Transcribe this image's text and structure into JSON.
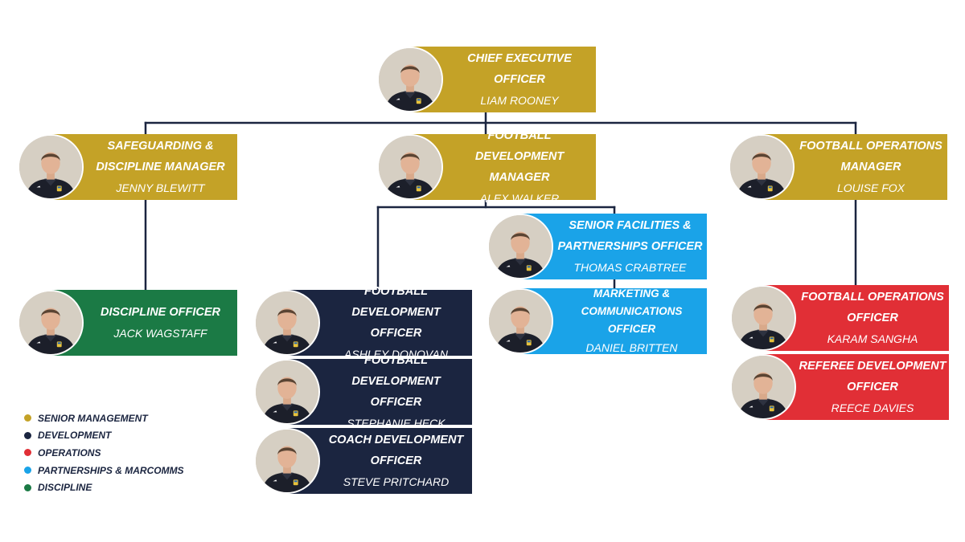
{
  "colors": {
    "senior": "#c4a227",
    "development": "#1b2540",
    "operations": "#e12f36",
    "partnerships": "#1aa3e8",
    "discipline": "#1b7a45",
    "connector": "#1b2540"
  },
  "org": {
    "ceo": {
      "title": [
        "CHIEF EXECUTIVE",
        "OFFICER"
      ],
      "name": "LIAM ROONEY",
      "group": "senior"
    },
    "safeguarding": {
      "title": [
        "SAFEGUARDING &",
        "DISCIPLINE MANAGER"
      ],
      "name": "JENNY BLEWITT",
      "group": "senior"
    },
    "fd_manager": {
      "title": [
        "FOOTBALL DEVELOPMENT",
        "MANAGER"
      ],
      "name": "ALEX WALKER",
      "group": "senior"
    },
    "fo_manager": {
      "title": [
        "FOOTBALL OPERATIONS",
        "MANAGER"
      ],
      "name": "LOUISE FOX",
      "group": "senior"
    },
    "facilities": {
      "title": [
        "SENIOR FACILITIES &",
        "PARTNERSHIPS OFFICER"
      ],
      "name": "THOMAS CRABTREE",
      "group": "partnerships"
    },
    "marketing": {
      "title": [
        "MARKETING &",
        "COMMUNICATIONS OFFICER"
      ],
      "name": "DANIEL BRITTEN",
      "group": "partnerships"
    },
    "discipline_officer": {
      "title": [
        "DISCIPLINE OFFICER"
      ],
      "name": "JACK WAGSTAFF",
      "group": "discipline"
    },
    "fdo_ashley": {
      "title": [
        "FOOTBALL DEVELOPMENT",
        "OFFICER"
      ],
      "name": "ASHLEY DONOVAN",
      "group": "development"
    },
    "fdo_stephanie": {
      "title": [
        "FOOTBALL DEVELOPMENT",
        "OFFICER"
      ],
      "name": "STEPHANIE HECK",
      "group": "development"
    },
    "coach_dev": {
      "title": [
        "COACH DEVELOPMENT",
        "OFFICER"
      ],
      "name": "STEVE PRITCHARD",
      "group": "development"
    },
    "fo_officer": {
      "title": [
        "FOOTBALL OPERATIONS",
        "OFFICER"
      ],
      "name": "KARAM SANGHA",
      "group": "operations"
    },
    "referee_dev": {
      "title": [
        "REFEREE DEVELOPMENT",
        "OFFICER"
      ],
      "name": "REECE DAVIES",
      "group": "operations"
    }
  },
  "legend": [
    {
      "label": "SENIOR MANAGEMENT",
      "group": "senior"
    },
    {
      "label": "DEVELOPMENT",
      "group": "development"
    },
    {
      "label": "OPERATIONS",
      "group": "operations"
    },
    {
      "label": "PARTNERSHIPS & MARCOMMS",
      "group": "partnerships"
    },
    {
      "label": "DISCIPLINE",
      "group": "discipline"
    }
  ]
}
